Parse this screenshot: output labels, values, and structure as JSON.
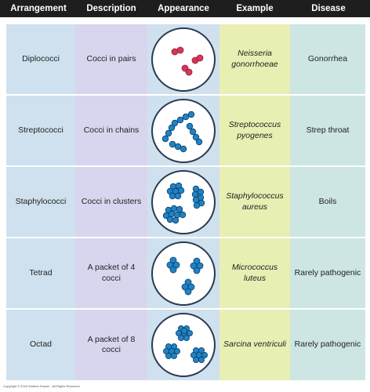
{
  "headers": [
    "Arrangement",
    "Description",
    "Appearance",
    "Example",
    "Disease"
  ],
  "rows": [
    {
      "arrangement": "Diplococci",
      "description": "Cocci in pairs",
      "example": "Neisseria gonorrhoeae",
      "disease": "Gonorrhea"
    },
    {
      "arrangement": "Streptococci",
      "description": "Cocci in chains",
      "example": "Streptococcus pyogenes",
      "disease": "Strep throat"
    },
    {
      "arrangement": "Staphylococci",
      "description": "Cocci in clusters",
      "example": "Staphylococcus aureus",
      "disease": "Boils"
    },
    {
      "arrangement": "Tetrad",
      "description": "A packet of 4 cocci",
      "example": "Micrococcus luteus",
      "disease": "Rarely pathogenic"
    },
    {
      "arrangement": "Octad",
      "description": "A packet of 8 cocci",
      "example": "Sarcina ventriculi",
      "disease": "Rarely pathogenic"
    }
  ],
  "colors": {
    "header_bg": "#1e1e1e",
    "col_arrangement": "#cfe1ee",
    "col_description": "#d8d6ee",
    "col_appearance": "#cfe1ee",
    "col_example": "#e9efb3",
    "col_disease": "#cde6e3",
    "cocci_blue": "#1f83c4",
    "cocci_red": "#d9355a"
  },
  "copyright": "Copyright © 2010 Wolters Kluwer - All Rights Reserved"
}
